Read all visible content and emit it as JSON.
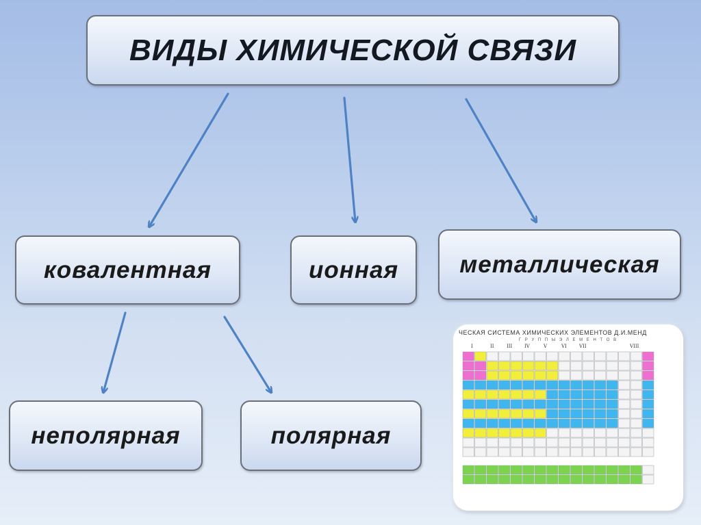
{
  "title": "ВИДЫ ХИМИЧЕСКОЙ СВЯЗИ",
  "types": {
    "covalent": "ковалентная",
    "ionic": "ионная",
    "metallic": "металлическая"
  },
  "covalent_subtypes": {
    "nonpolar": "неполярная",
    "polar": "полярная"
  },
  "periodic_table": {
    "header": "ЧЕСКАЯ СИСТЕМА ХИМИЧЕСКИХ ЭЛЕМЕНТОВ Д.И.МЕНД",
    "subheader": "Г Р У П П Ы   Э Л Е М Е Н Т О В",
    "group_labels": [
      "I",
      "II",
      "III",
      "IV",
      "V",
      "VI",
      "VII",
      "VIII"
    ],
    "colors": {
      "s": "#ee6fd0",
      "p": "#f2ee3c",
      "d": "#3fb6ee",
      "f": "#7cd44e",
      "frame": "#9aa0a8"
    }
  },
  "colors": {
    "arrow": "#4e82c4",
    "box_border": "#6b6f78"
  }
}
